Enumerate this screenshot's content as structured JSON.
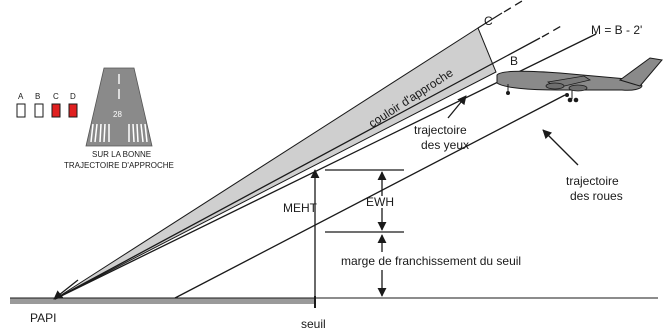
{
  "labels": {
    "c": "C",
    "b": "B",
    "m_eq": "M = B - 2'",
    "couloir": "couloir d'approche",
    "traj_yeux_1": "trajectoire",
    "traj_yeux_2": "des yeux",
    "traj_roues_1": "trajectoire",
    "traj_roues_2": "des roues",
    "meht": "MEHT",
    "ewh": "EWH",
    "marge": "marge de franchissement du seuil",
    "papi": "PAPI",
    "seuil": "seuil"
  },
  "inset": {
    "light_labels": [
      "A",
      "B",
      "C",
      "D"
    ],
    "light_colors": [
      "white",
      "white",
      "red",
      "red"
    ],
    "runway_number": "28",
    "caption_1": "SUR LA BONNE",
    "caption_2": "TRAJECTOIRE D'APPROCHE"
  },
  "colors": {
    "red_light": "#e02020",
    "runway_gray": "#8a8a8a",
    "couloir_fill": "#cfcfcf",
    "line": "#1a1a1a"
  }
}
